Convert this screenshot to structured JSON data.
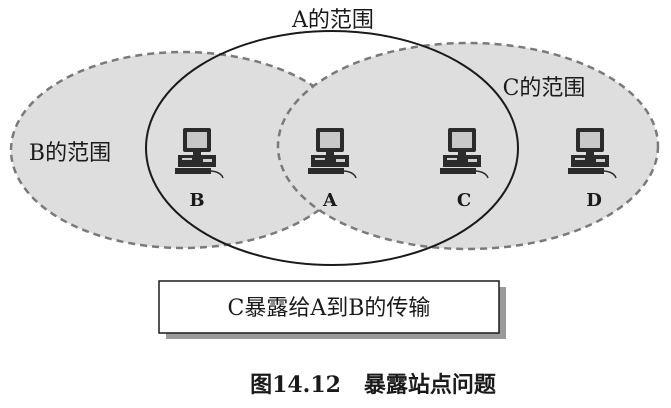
{
  "ranges": {
    "a_label": "A的范围",
    "b_label": "B的范围",
    "c_label": "C的范围"
  },
  "stations": [
    {
      "id": "B",
      "label": "B"
    },
    {
      "id": "A",
      "label": "A"
    },
    {
      "id": "C",
      "label": "C"
    },
    {
      "id": "D",
      "label": "D"
    }
  ],
  "box_text": "C暴露给A到B的传输",
  "caption": "图14.12   暴露站点问题",
  "colors": {
    "shaded_range": "#dedede",
    "shaded_range_stroke": "#7a7a7a",
    "outline": "#1a1a1a"
  }
}
